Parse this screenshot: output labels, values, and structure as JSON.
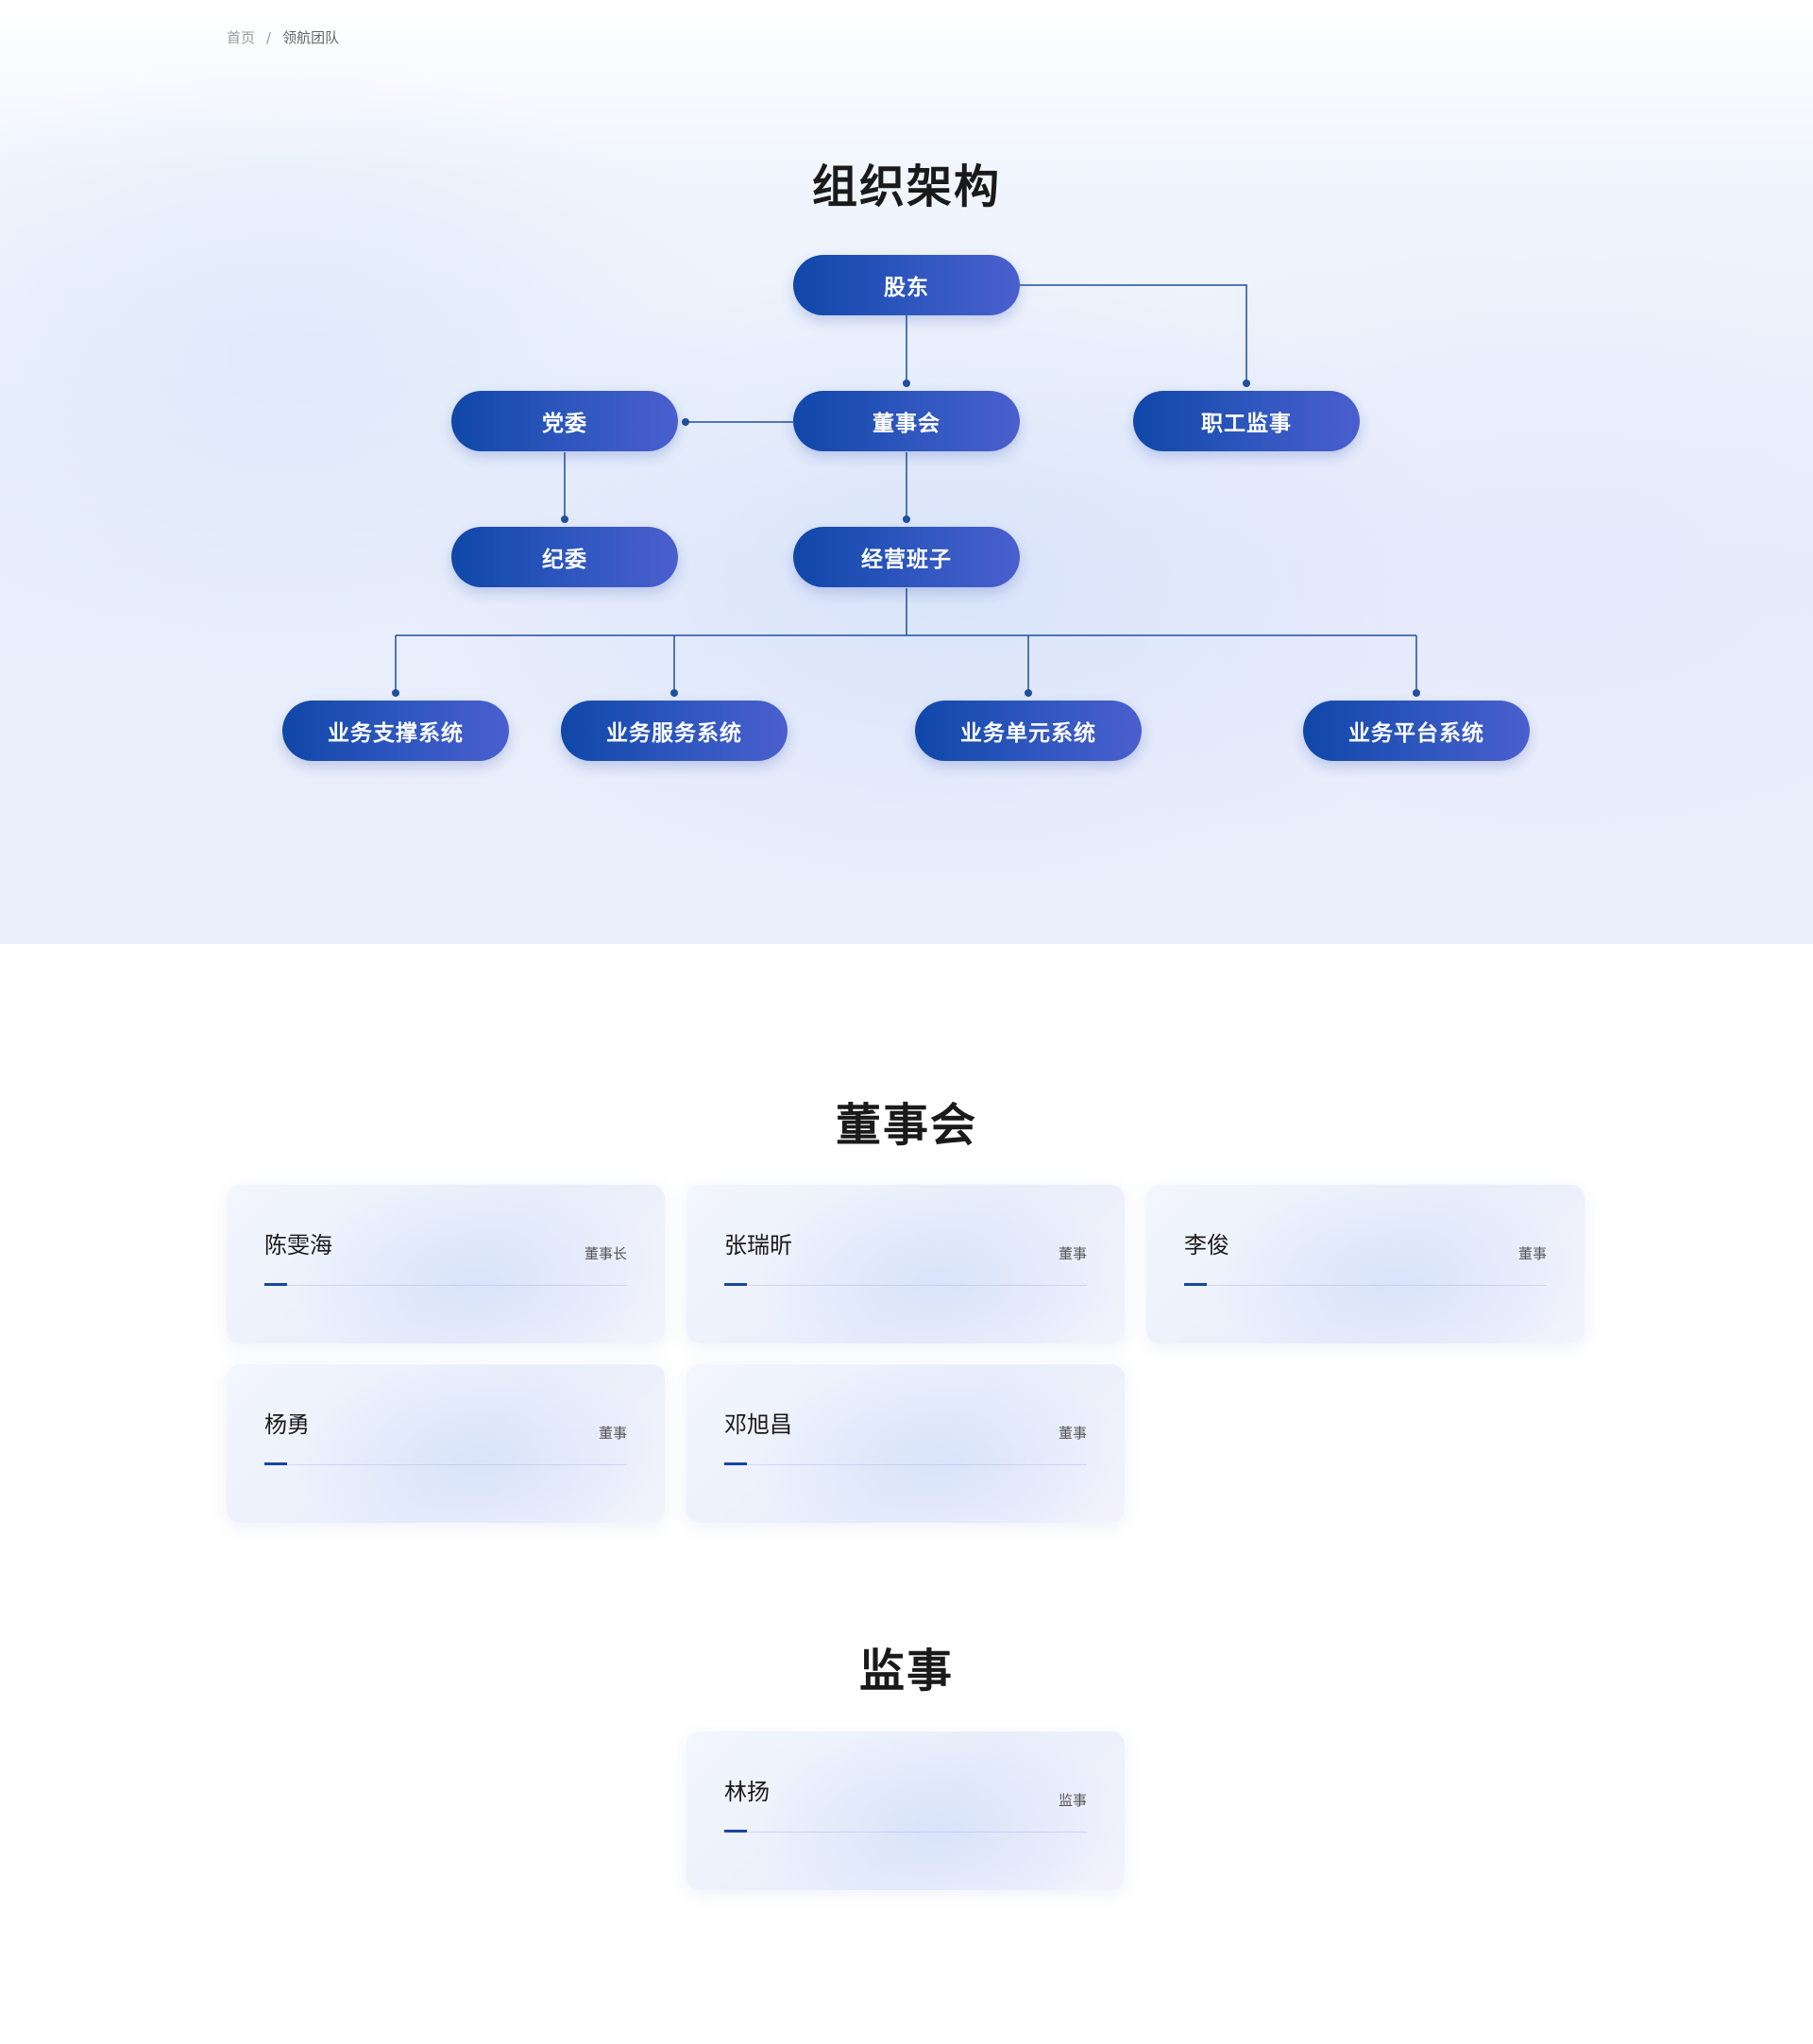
{
  "breadcrumb": {
    "home": "首页",
    "separator": "/",
    "current": "领航团队"
  },
  "org_chart": {
    "title": "组织架构",
    "nodes": {
      "shareholders": "股东",
      "board": "董事会",
      "employee_supervisor": "职工监事",
      "party_committee": "党委",
      "discipline_committee": "纪委",
      "management_team": "经营班子",
      "support_system": "业务支撑系统",
      "service_system": "业务服务系统",
      "unit_system": "业务单元系统",
      "platform_system": "业务平台系统"
    },
    "colors": {
      "node_start": "#0f47a8",
      "node_end": "#4a5fce",
      "connector": "#1f4f9e"
    }
  },
  "board_section": {
    "title": "董事会",
    "members": [
      {
        "name": "陈雯海",
        "role": "董事长"
      },
      {
        "name": "张瑞昕",
        "role": "董事"
      },
      {
        "name": "李俊",
        "role": "董事"
      },
      {
        "name": "杨勇",
        "role": "董事"
      },
      {
        "name": "邓旭昌",
        "role": "董事"
      }
    ]
  },
  "supervisor_section": {
    "title": "监事",
    "members": [
      {
        "name": "林扬",
        "role": "监事"
      }
    ]
  }
}
